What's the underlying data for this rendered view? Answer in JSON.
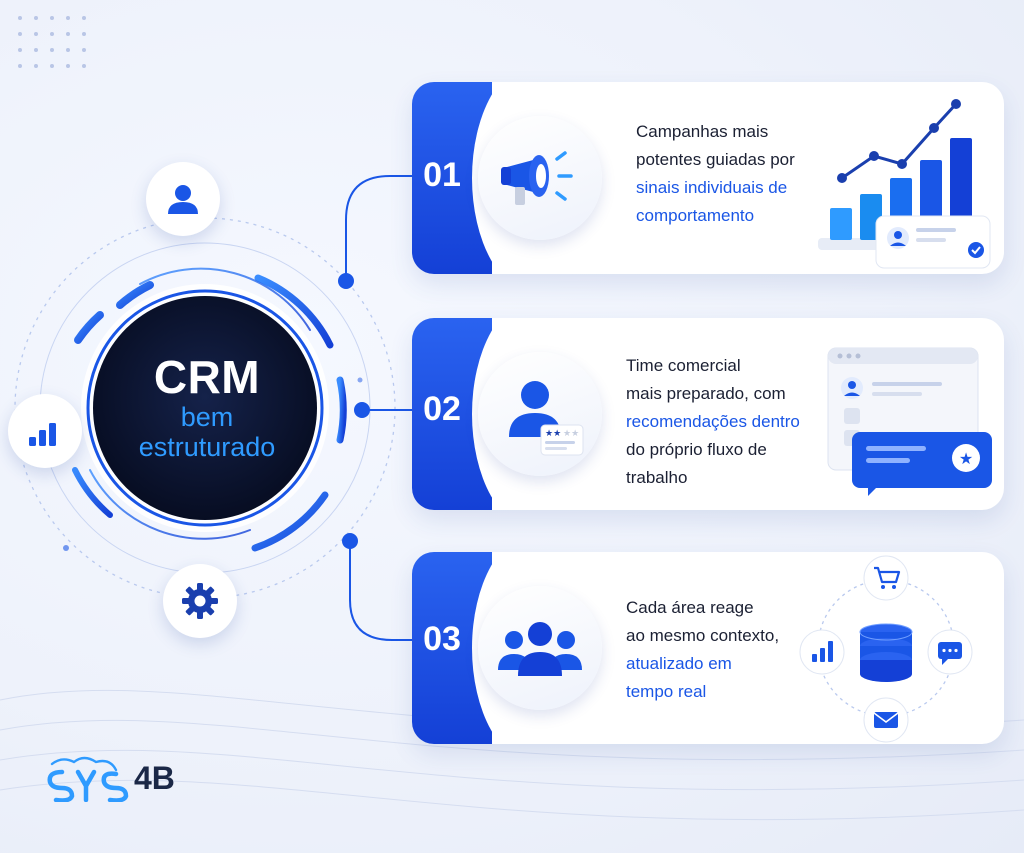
{
  "hub": {
    "title": "CRM",
    "subtitle_line1": "bem",
    "subtitle_line2": "estruturado"
  },
  "side_icons": [
    "user-icon",
    "bar-chart-icon",
    "gear-icon"
  ],
  "cards": [
    {
      "number": "01",
      "icon": "megaphone-icon",
      "text_plain": [
        "Campanhas mais",
        "potentes guiadas por"
      ],
      "text_highlight": [
        "sinais individuais de",
        "comportamento"
      ],
      "illustration": "growth-chart-with-profile-card"
    },
    {
      "number": "02",
      "icon": "salesperson-icon",
      "text_plain": [
        "Time comercial",
        "mais preparado, com"
      ],
      "text_highlight": [
        "recomendações dentro"
      ],
      "text_plain_after": [
        "do próprio fluxo de",
        "trabalho"
      ],
      "illustration": "profile-window-with-star-message"
    },
    {
      "number": "03",
      "icon": "team-icon",
      "text_plain": [
        "Cada área reage",
        "ao mesmo contexto,"
      ],
      "text_highlight": [
        "atualizado em",
        "tempo real"
      ],
      "illustration": "database-hub-with-cart-chat-mail-chart"
    }
  ],
  "logo": {
    "mark": "SYS",
    "suffix": "4B"
  },
  "colors": {
    "primary": "#1a56e6",
    "accent": "#2f9bff",
    "dark": "#0d1630",
    "background": "#eef2fb"
  }
}
